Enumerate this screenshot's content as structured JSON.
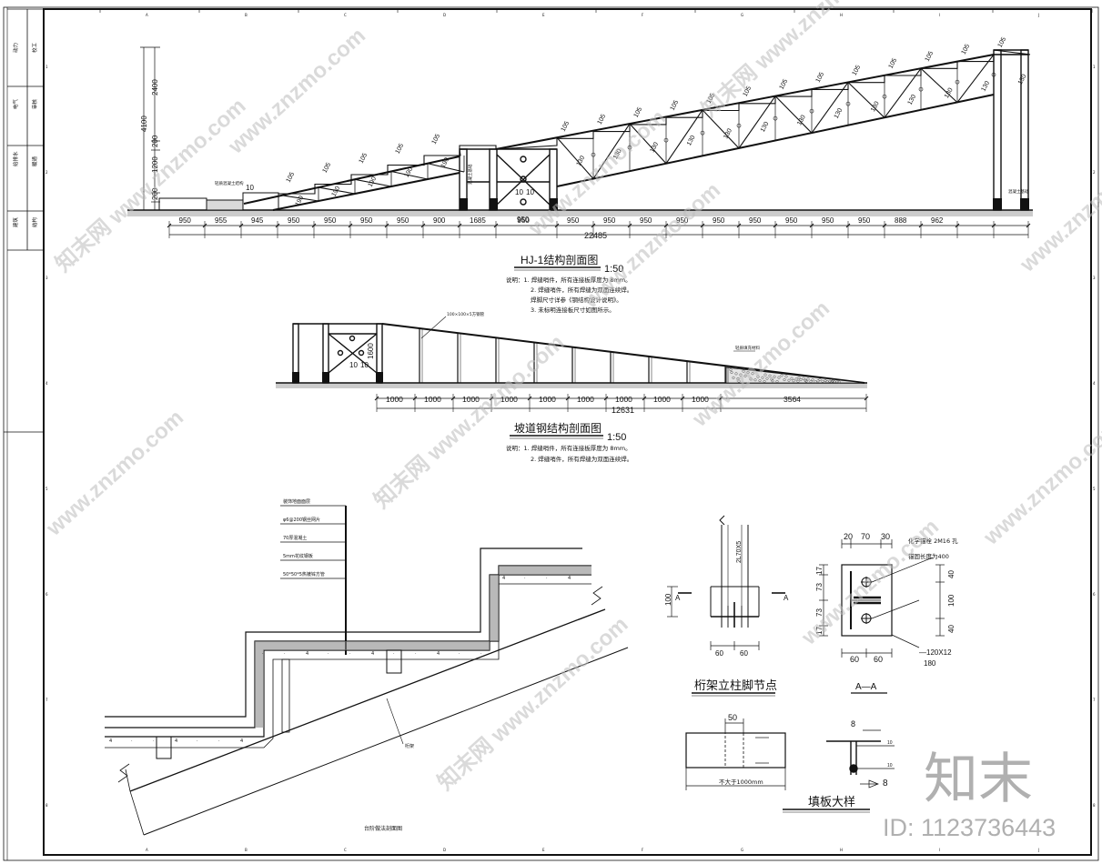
{
  "title_block": {
    "cells": [
      "动力",
      "校工",
      "电气",
      "审核",
      "给排水",
      "暖通",
      "建筑",
      "结构"
    ]
  },
  "frame": {
    "top_ticks": [
      "A",
      "B",
      "C",
      "D",
      "E",
      "F",
      "G",
      "H",
      "I",
      "J",
      "K"
    ],
    "side_ticks": [
      "1",
      "2",
      "3",
      "4",
      "5",
      "6",
      "7",
      "8"
    ]
  },
  "hj1": {
    "title": "HJ-1结构剖面图",
    "scale": "1:50",
    "notes": [
      "说明：1. 焊缝哨件，所有连接板厚度为 8mm。",
      "2. 焊缝哨件，所有焊缝为双面连续焊。",
      "焊脚尺寸详参《钢结构设计说明》。",
      "3. 未标明连接板尺寸如图所示。"
    ],
    "vdims": [
      "2400",
      "4100",
      "1200",
      "200",
      "200"
    ],
    "bottom_dims": [
      "950",
      "955",
      "945",
      "950",
      "950",
      "950",
      "950",
      "900",
      "1685",
      "950",
      "950",
      "950",
      "950",
      "950",
      "950",
      "950",
      "950",
      "950",
      "950",
      "950",
      "888",
      "962"
    ],
    "total": "22485",
    "member_labels": [
      "105",
      "130",
      "190",
      "10"
    ],
    "tags": [
      "轻质混凝土结构",
      "混凝土基础",
      "混凝土基础"
    ]
  },
  "ramp": {
    "title": "坡道钢结构剖面图",
    "scale": "1:50",
    "notes": [
      "说明：1. 焊缝哨件，所有连接板厚度为 8mm。",
      "2. 焊缝哨件，所有焊缝为双面连续焊。"
    ],
    "member_callout": "100×100×5方钢管",
    "fill_tag": "轻质填充材料",
    "height": "1600",
    "dims": [
      "1000",
      "1000",
      "1000",
      "1000",
      "1000",
      "1000",
      "1000",
      "1000",
      "1000",
      "3564"
    ],
    "total": "12631",
    "small": [
      "10",
      "10"
    ]
  },
  "stair": {
    "layers": [
      "装饰地面面层",
      "φ6@200钢丝网片",
      "70厚混凝土",
      "5mm花纹钢板",
      "50*50*5热镀锌方管"
    ],
    "callout": "桁架",
    "title": "台阶做法剖面图"
  },
  "column_node": {
    "title": "桁架立柱脚节点",
    "plate": "2L70X5",
    "dims": [
      "100",
      "60",
      "60"
    ],
    "section": "A",
    "section_r": "A"
  },
  "aa": {
    "title": "A—A",
    "anchor": "化学锚栓  2M16  孔",
    "anchor2": "锚固长度为400",
    "top": [
      "20",
      "70",
      "30"
    ],
    "left": [
      "17",
      "73",
      "73",
      "17"
    ],
    "right": [
      "40",
      "100",
      "40"
    ],
    "bottom": [
      "60",
      "60"
    ],
    "plate": "—120X12",
    "width": "180"
  },
  "infill": {
    "title": "填板大样",
    "width": "50",
    "note": "不大于1000mm",
    "weld": [
      "8",
      "10",
      "10",
      "8"
    ]
  },
  "brand": {
    "logo": "知末",
    "id": "ID: 1123736443",
    "watermark": "www.znzmo.com",
    "watermark_logo": "知末网"
  }
}
